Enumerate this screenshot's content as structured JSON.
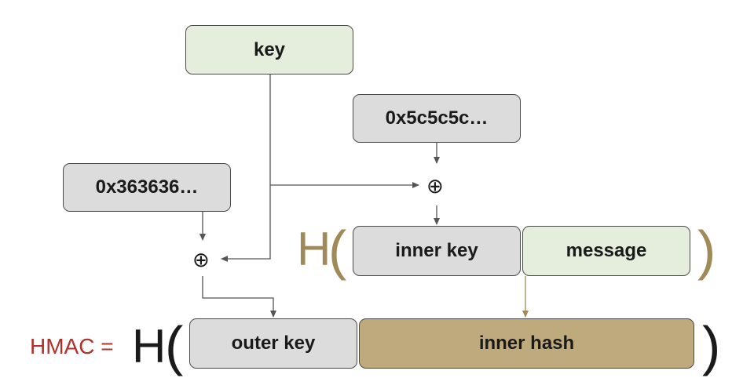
{
  "boxes": {
    "key": "key",
    "opad": "0x5c5c5c…",
    "ipad": "0x363636…",
    "inner_key": "inner key",
    "message": "message",
    "outer_key": "outer key",
    "inner_hash": "inner hash"
  },
  "operators": {
    "xor": "⊕",
    "hash_func": "H",
    "open_paren": "(",
    "close_paren": ")"
  },
  "formula": {
    "label": "HMAC ="
  },
  "colors": {
    "gray_box": "#dcdcdd",
    "green_box": "#e5eedc",
    "gold_box": "#bfaa7d",
    "gold_text": "#a08a58",
    "hmac_label": "#b0302a",
    "arrow": "#555555"
  }
}
